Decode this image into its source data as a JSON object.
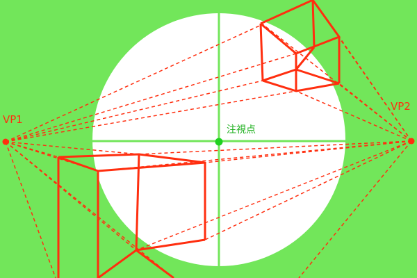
{
  "labels": {
    "vp1": "VP1",
    "vp2": "VP2",
    "focus": "注視点"
  },
  "colors": {
    "background": "#72e65a",
    "circle": "#ffffff",
    "guide": "#72e65a",
    "construction": "#ff2e0f",
    "label_red": "#ff2e0f",
    "label_green": "#20b020",
    "focus_dot": "#1fd11f"
  }
}
